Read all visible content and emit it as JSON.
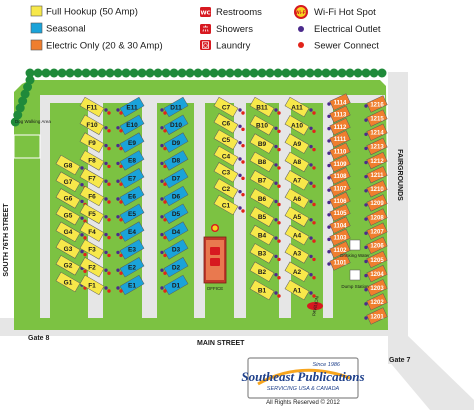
{
  "legend": {
    "full_hookup": "Full Hookup (50 Amp)",
    "seasonal": "Seasonal",
    "electric_only": "Electric Only (20 & 30 Amp)",
    "restrooms": "Restrooms",
    "showers": "Showers",
    "laundry": "Laundry",
    "wifi": "Wi-Fi Hot Spot",
    "electrical_outlet": "Electrical Outlet",
    "sewer_connect": "Sewer Connect",
    "wifi_badge": "Wi-Fi",
    "restroom_badge": "WC"
  },
  "colors": {
    "full_hookup": "#f7e84a",
    "seasonal": "#1aa3d9",
    "electric_only": "#ef7e2e",
    "grass": "#7cc242",
    "road": "#e6e6e6",
    "tree": "#1f8a3a",
    "electrical_outlet": "#4b2a8c",
    "sewer_connect": "#e2231a"
  },
  "icons": {
    "restrooms": "restroom-icon",
    "showers": "shower-icon",
    "laundry": "laundry-icon",
    "wifi": "wifi-icon"
  },
  "roads": {
    "south_76th": "SOUTH 76TH STREET",
    "main_street": "MAIN STREET",
    "fairgrounds": "FAIRGROUNDS",
    "gate8": "Gate 8",
    "gate7": "Gate 7"
  },
  "labels": {
    "dog_area": "Dog Walking Area",
    "office": "OFFICE",
    "drinking_water": "Drinking Water",
    "dump_station": "Dump Station",
    "pavilion": "PAVILION"
  },
  "columns": {
    "g": [
      "G8",
      "G7",
      "G6",
      "G5",
      "G4",
      "G3",
      "G2",
      "G1"
    ],
    "f": [
      "F11",
      "F10",
      "F9",
      "F8",
      "F7",
      "F6",
      "F5",
      "F4",
      "F3",
      "F2",
      "F1"
    ],
    "e": [
      "E11",
      "E10",
      "E9",
      "E8",
      "E7",
      "E6",
      "E5",
      "E4",
      "E3",
      "E2",
      "E1"
    ],
    "d": [
      "D11",
      "D10",
      "D9",
      "D8",
      "D7",
      "D6",
      "D5",
      "D4",
      "D3",
      "D2",
      "D1"
    ],
    "c": [
      "C7",
      "C6",
      "C5",
      "C4",
      "C3",
      "C2",
      "C1"
    ],
    "b": [
      "B11",
      "B10",
      "B9",
      "B8",
      "B7",
      "B6",
      "B5",
      "B4",
      "B3",
      "B2",
      "B1"
    ],
    "a": [
      "A11",
      "A10",
      "A9",
      "A8",
      "A7",
      "A6",
      "A5",
      "A4",
      "A3",
      "A2",
      "A1"
    ],
    "r1100": [
      "1114",
      "1113",
      "1112",
      "1111",
      "1110",
      "1109",
      "1108",
      "1107",
      "1106",
      "1105",
      "1104",
      "1103",
      "1102",
      "1101"
    ],
    "r1200": [
      "1216",
      "1215",
      "1214",
      "1213",
      "1212",
      "1211",
      "1210",
      "1209",
      "1208",
      "1207",
      "1206",
      "1205",
      "1204",
      "1203",
      "1202",
      "1201"
    ]
  },
  "publisher": {
    "since": "Since 1986",
    "name": "Southeast Publications",
    "servicing": "SERVICING USA & CANADA",
    "rights": "All Rights Reserved © 2012"
  }
}
